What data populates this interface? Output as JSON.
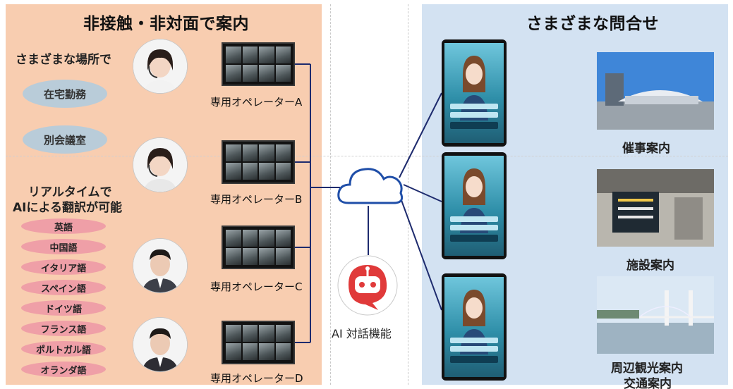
{
  "left_panel": {
    "title": "非接触・非対面で案内",
    "places_heading": "さまざまな場所で",
    "places": [
      "在宅勤務",
      "別会議室"
    ],
    "translation_heading_line1": "リアルタイムで",
    "translation_heading_line2": "AIによる翻訳が可能",
    "languages": [
      "英語",
      "中国語",
      "イタリア語",
      "スペイン語",
      "ドイツ語",
      "フランス語",
      "ポルトガル語",
      "オランダ語"
    ],
    "operators": [
      "専用オペレーターA",
      "専用オペレーターB",
      "専用オペレーターC",
      "専用オペレーターD"
    ]
  },
  "center": {
    "ai_label": "AI 対話機能"
  },
  "right_panel": {
    "title": "さまざまな問合せ",
    "inquiries": [
      "催事案内",
      "施設案内",
      "周辺観光案内",
      "交通案内"
    ]
  },
  "colors": {
    "left_bg": "#f8cdb0",
    "right_bg": "#d3e2f2",
    "place_oval": "#b9ccd9",
    "language_oval": "#ef9fa7",
    "connector": "#1e2b6e",
    "robot_red": "#e03a3a"
  }
}
